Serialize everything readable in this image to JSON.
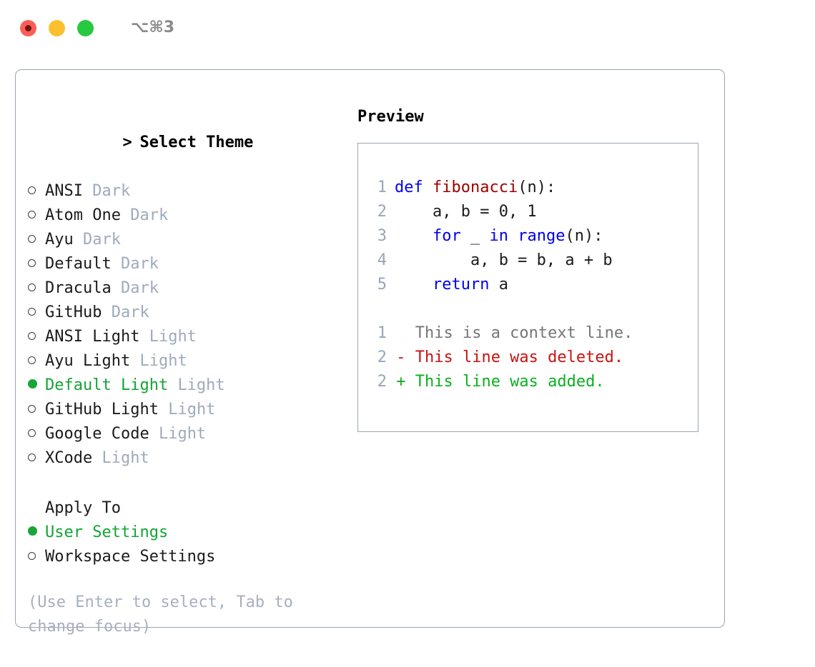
{
  "titlebar": {
    "shortcut": "⌥⌘3",
    "lights": [
      "close",
      "minimize",
      "zoom"
    ]
  },
  "left": {
    "header": {
      "caret": ">",
      "title": "Select Theme"
    },
    "themes": [
      {
        "name": "ANSI",
        "tag": "Dark",
        "selected": false
      },
      {
        "name": "Atom One",
        "tag": "Dark",
        "selected": false
      },
      {
        "name": "Ayu",
        "tag": "Dark",
        "selected": false
      },
      {
        "name": "Default",
        "tag": "Dark",
        "selected": false
      },
      {
        "name": "Dracula",
        "tag": "Dark",
        "selected": false
      },
      {
        "name": "GitHub",
        "tag": "Dark",
        "selected": false
      },
      {
        "name": "ANSI Light",
        "tag": "Light",
        "selected": false
      },
      {
        "name": "Ayu Light",
        "tag": "Light",
        "selected": false
      },
      {
        "name": "Default Light",
        "tag": "Light",
        "selected": true
      },
      {
        "name": "GitHub Light",
        "tag": "Light",
        "selected": false
      },
      {
        "name": "Google Code",
        "tag": "Light",
        "selected": false
      },
      {
        "name": "XCode",
        "tag": "Light",
        "selected": false
      }
    ],
    "apply_to": {
      "heading": "Apply To",
      "options": [
        {
          "name": "User Settings",
          "selected": true
        },
        {
          "name": "Workspace Settings",
          "selected": false
        }
      ]
    },
    "hint": "(Use Enter to select, Tab to change focus)"
  },
  "right": {
    "title": "Preview",
    "code_lines": [
      {
        "n": "1",
        "tokens": [
          {
            "t": "def ",
            "c": "kw"
          },
          {
            "t": "fibonacci",
            "c": "fn"
          },
          {
            "t": "(n):",
            "c": "plain"
          }
        ]
      },
      {
        "n": "2",
        "tokens": [
          {
            "t": "    a, b = 0, 1",
            "c": "plain"
          }
        ]
      },
      {
        "n": "3",
        "tokens": [
          {
            "t": "    ",
            "c": "plain"
          },
          {
            "t": "for",
            "c": "kw"
          },
          {
            "t": " _ ",
            "c": "plain"
          },
          {
            "t": "in",
            "c": "kw"
          },
          {
            "t": " ",
            "c": "plain"
          },
          {
            "t": "range",
            "c": "kw"
          },
          {
            "t": "(n):",
            "c": "plain"
          }
        ]
      },
      {
        "n": "4",
        "tokens": [
          {
            "t": "        a, b = b, a + b",
            "c": "plain"
          }
        ]
      },
      {
        "n": "5",
        "tokens": [
          {
            "t": "    ",
            "c": "plain"
          },
          {
            "t": "return",
            "c": "kw"
          },
          {
            "t": " a",
            "c": "plain"
          }
        ]
      }
    ],
    "diff_lines": [
      {
        "n": "1",
        "marker": " ",
        "text": " This is a context line.",
        "kind": "ctx"
      },
      {
        "n": "2",
        "marker": "-",
        "text": " This line was deleted.",
        "kind": "del"
      },
      {
        "n": "2",
        "marker": "+",
        "text": " This line was added.",
        "kind": "add"
      }
    ]
  },
  "colors": {
    "accent_green": "#14a435",
    "muted": "#9faabc",
    "hint": "#a7b0bf",
    "border": "#9aa5b5",
    "keyword": "#0000ee",
    "function": "#9e0000",
    "diff_delete": "#cc1111",
    "diff_add": "#0ab01f",
    "light_red": "#fb5e55",
    "light_yellow": "#fcc02f",
    "light_green": "#26c93f"
  }
}
